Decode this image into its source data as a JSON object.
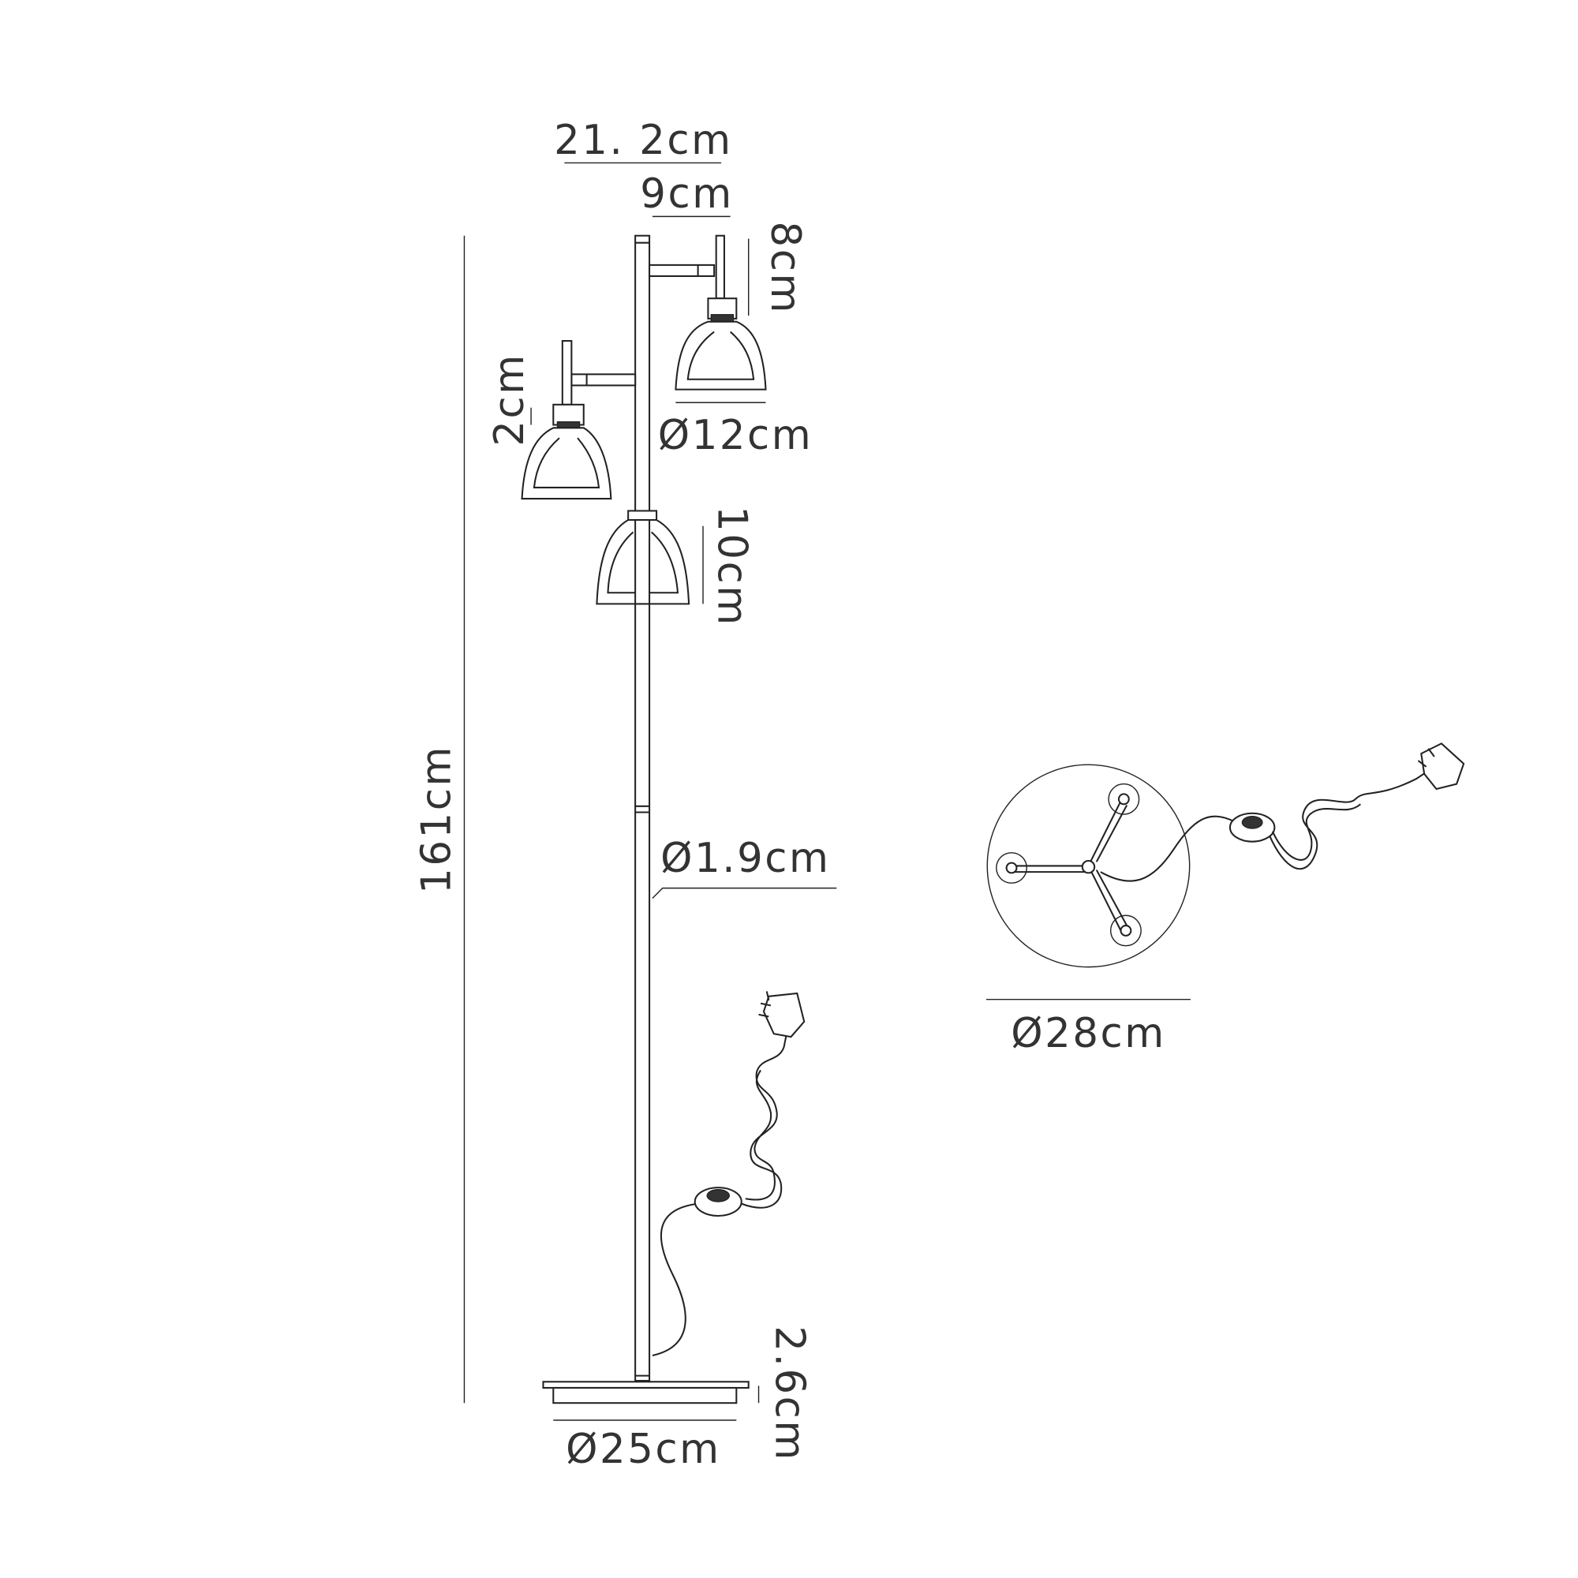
{
  "dimensions": {
    "total_arm_width": "21. 2cm",
    "arm_offset": "9cm",
    "upper_head_drop": "8cm",
    "lower_head_drop": "2cm",
    "shade_diameter": "Ø12cm",
    "shade_height": "10cm",
    "total_height": "161cm",
    "pole_diameter": "Ø1.9cm",
    "base_height": "2.6cm",
    "base_diameter": "Ø25cm",
    "top_view_diameter": "Ø28cm"
  }
}
